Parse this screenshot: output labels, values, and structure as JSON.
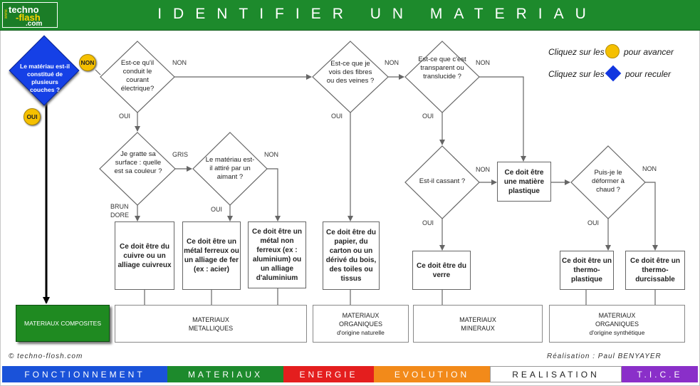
{
  "header": {
    "logo_line1": "techno",
    "logo_line2": "-flash",
    "logo_line3": ".com",
    "logo_www": "www.",
    "title": "IDENTIFIER UN MATERIAU"
  },
  "legend": {
    "advance_prefix": "Cliquez sur les",
    "advance_suffix": "pour avancer",
    "back_prefix": "Cliquez sur les",
    "back_suffix": "pour reculer"
  },
  "start": {
    "question": "Le matériau est-il constitué de plusieurs couches ?",
    "non": "NON",
    "oui": "OUI"
  },
  "questions": {
    "q_conduit": "Est-ce qu'il conduit le courant électrique?",
    "q_gratte": "Je gratte sa surface : quelle est sa couleur ?",
    "q_aimant": "Le matériau est-il attiré par un aimant ?",
    "q_fibres": "Est-ce que je vois des fibres ou des veines ?",
    "q_transparent": "Est-ce que c'est transparent ou translucide ?",
    "q_cassant": "Est-il cassant ?",
    "q_deformer": "Puis-je le déformer à chaud ?"
  },
  "labels": {
    "non": "NON",
    "oui": "OUI",
    "gris": "GRIS",
    "brun": "BRUN",
    "dore": "DORE"
  },
  "results": {
    "cuivre": "Ce doit être du cuivre ou un alliage cuivreux",
    "ferreux": "Ce doit être un métal ferreux ou un alliage de fer (ex : acier)",
    "non_ferreux": "Ce doit être un métal non ferreux (ex : aluminium) ou un alliage d'aluminium",
    "papier": "Ce doit être du papier, du carton ou un dérivé du bois, des toiles ou tissus",
    "verre": "Ce doit être du verre",
    "plastique": "Ce doit être une matière plastique",
    "thermoplastique": "Ce doit être un thermo-plastique",
    "thermodurcissable": "Ce doit être un thermo-durcissable"
  },
  "categories": {
    "composites": "MATERIAUX COMPOSITES",
    "metalliques": "MATERIAUX METALLIQUES",
    "org_nat_title": "MATERIAUX ORGANIQUES",
    "org_nat_sub": "d'origine naturelle",
    "mineraux": "MATERIAUX MINERAUX",
    "org_syn_title": "MATERIAUX ORGANIQUES",
    "org_syn_sub": "d'origine synthétique"
  },
  "credits": {
    "copyright": "© techno-flosh.com",
    "author": "Réalisation : Paul BENYAYER"
  },
  "nav": [
    {
      "label": "FONCTIONNEMENT",
      "bg": "#1a52d9",
      "fg": "#ffffff"
    },
    {
      "label": "MATERIAUX",
      "bg": "#1d8a2c",
      "fg": "#ffffff"
    },
    {
      "label": "ENERGIE",
      "bg": "#e41e1e",
      "fg": "#ffffff"
    },
    {
      "label": "EVOLUTION",
      "bg": "#f28a1a",
      "fg": "#ffffff"
    },
    {
      "label": "REALISATION",
      "bg": "#ffffff",
      "fg": "#222222"
    },
    {
      "label": "T.I.C.E",
      "bg": "#8a2fc9",
      "fg": "#ffffff"
    }
  ],
  "colors": {
    "header_green": "#1d8a2c",
    "button_yellow": "#f5c000",
    "diamond_blue": "#1540e6"
  }
}
